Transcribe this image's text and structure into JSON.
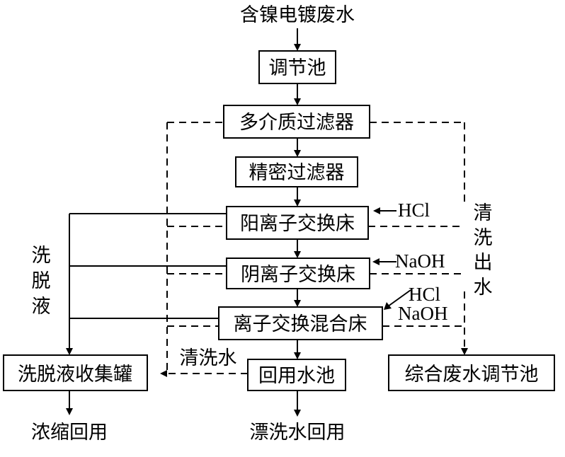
{
  "inputs": {
    "source": "含镍电镀废水",
    "hcl_cation": "HCl",
    "naoh_anion": "NaOH",
    "hcl_mixed": "HCl",
    "naoh_mixed": "NaOH"
  },
  "nodes": {
    "regulating_tank": "调节池",
    "multimedia_filter": "多介质过滤器",
    "precision_filter": "精密过滤器",
    "cation_bed": "阳离子交换床",
    "anion_bed": "阴离子交换床",
    "mixed_bed": "离子交换混合床",
    "reuse_tank": "回用水池",
    "eluate_tank": "洗脱液收集罐",
    "waste_tank": "综合废水调节池"
  },
  "labels": {
    "eluate": [
      "洗",
      "脱",
      "液"
    ],
    "rinse_out": [
      "清",
      "洗",
      "出",
      "水"
    ],
    "rinse_water": "清洗水"
  },
  "outputs": {
    "concentrate": "浓缩回用",
    "rinse_reuse": "漂洗水回用"
  }
}
